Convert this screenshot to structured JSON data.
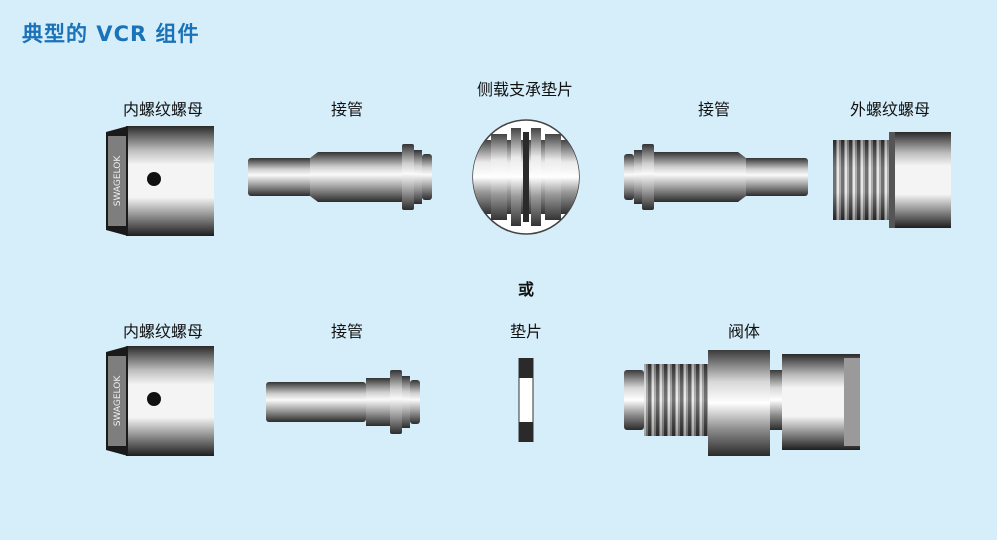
{
  "title": "典型的 VCR 组件",
  "or_label": "或",
  "row1": {
    "female_nut": "内螺纹螺母",
    "gland_left": "接管",
    "retainer_gasket": "侧载支承垫片",
    "gland_right": "接管",
    "male_nut": "外螺纹螺母"
  },
  "row2": {
    "female_nut": "内螺纹螺母",
    "gland": "接管",
    "gasket": "垫片",
    "body": "阀体"
  },
  "brand_marking": "SWAGELOK"
}
